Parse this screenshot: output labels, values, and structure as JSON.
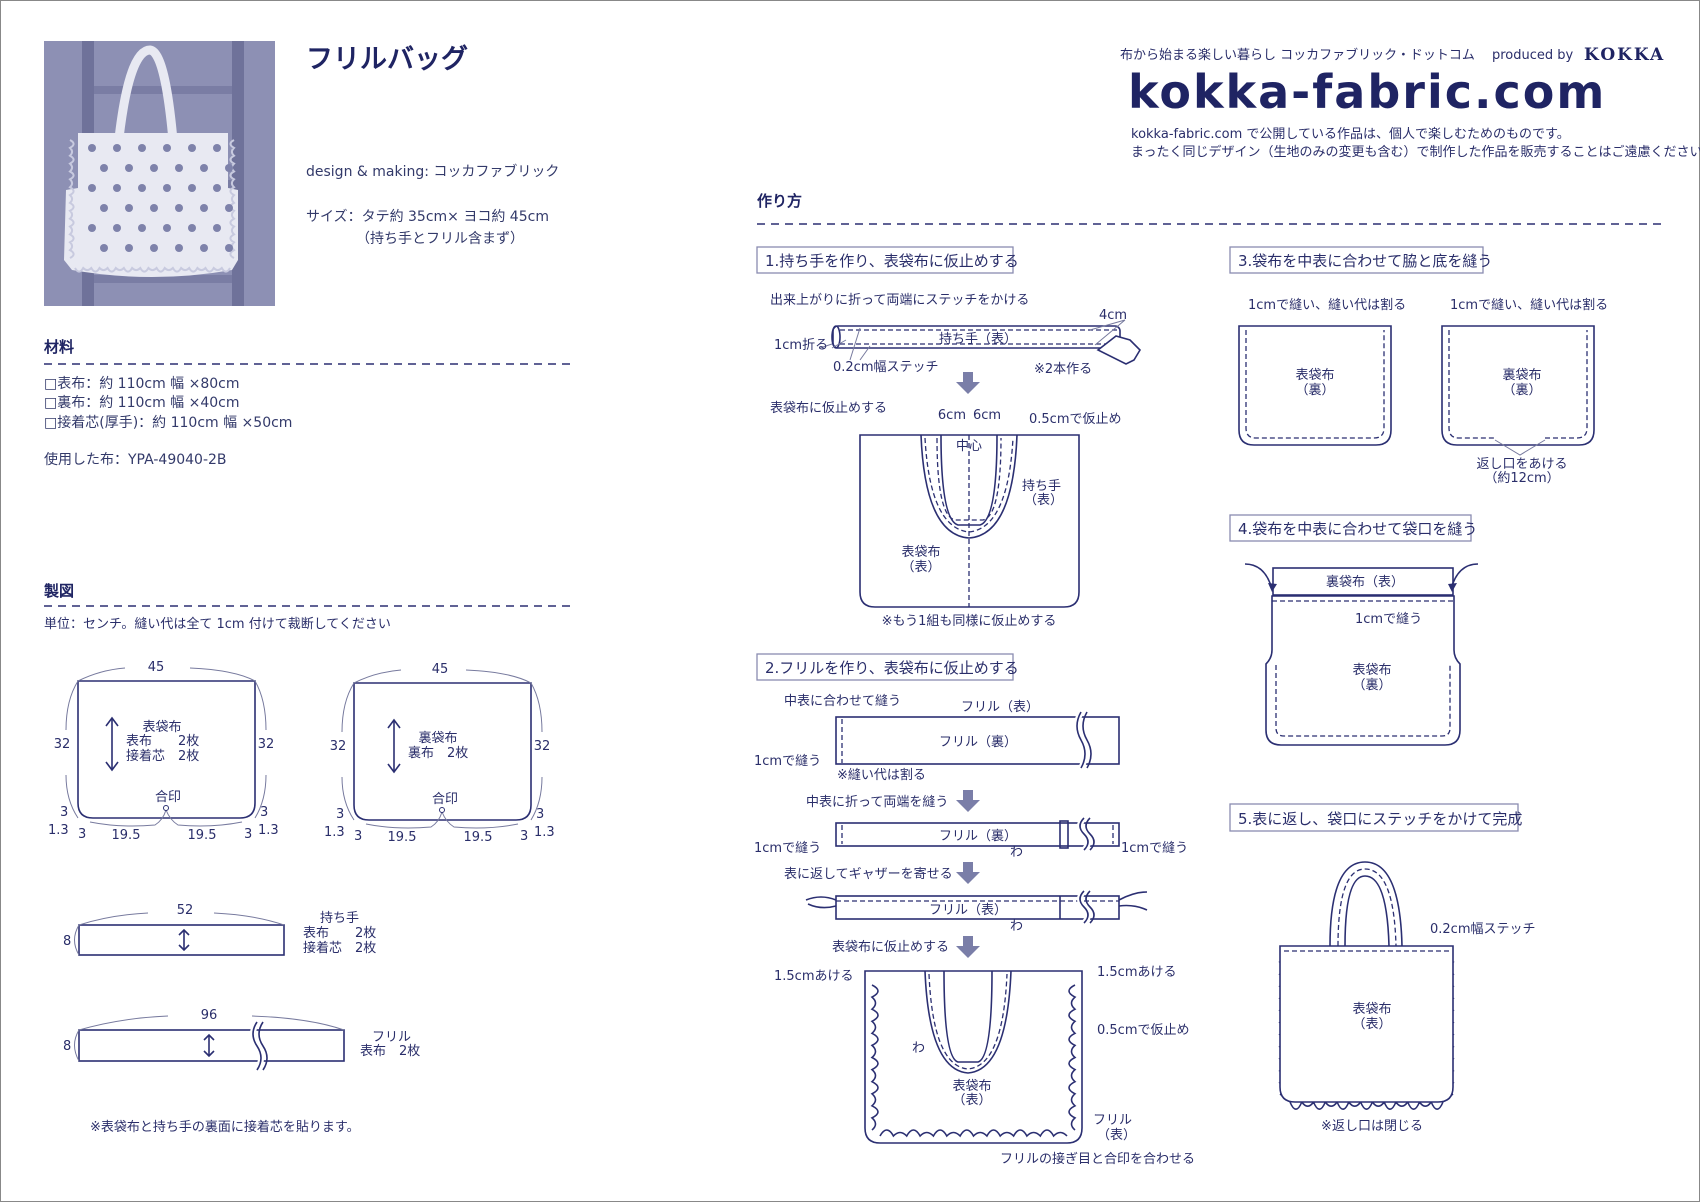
{
  "header": {
    "tagline": "布から始まる楽しい暮らし コッカファブリック・ドットコム",
    "produced_by": "produced by",
    "brand": "KOKKA",
    "logo": "kokka-fabric.com",
    "notice_1": "kokka-fabric.com で公開している作品は、個人で楽しむためのものです。",
    "notice_2": "まったく同じデザイン（生地のみの変更も含む）で制作した作品を販売することはご遠慮ください。"
  },
  "intro": {
    "title": "フリルバッグ",
    "design": "design & making: コッカファブリック",
    "size": "サイズ：タテ約 35cm× ヨコ約 45cm",
    "size_note": "（持ち手とフリル含まず）"
  },
  "materials": {
    "heading": "材料",
    "items": [
      "□表布：約 110cm 幅 ×80cm",
      "□裏布：約 110cm 幅 ×40cm",
      "□接着芯(厚手)：約 110cm 幅 ×50cm"
    ],
    "fabric_used": "使用した布：YPA-49040-2B"
  },
  "pattern": {
    "heading": "製図",
    "unit_note": "単位：センチ。縫い代は全て 1cm 付けて裁断してください",
    "outer": {
      "width": "45",
      "height": "32",
      "name": "表袋布",
      "line1": "表布　　2枚",
      "line2": "接着芯　2枚",
      "mark": "合印",
      "corner_a": "3",
      "corner_b": "1.3",
      "half": "19.5"
    },
    "lining": {
      "width": "45",
      "height": "32",
      "name": "裏袋布",
      "line1": "裏布　2枚",
      "mark": "合印",
      "corner_a": "3",
      "corner_b": "1.3",
      "half": "19.5",
      "fill": "#dfe0ee"
    },
    "handle": {
      "length": "52",
      "height": "8",
      "name": "持ち手",
      "line1": "表布　　2枚",
      "line2": "接着芯　2枚"
    },
    "frill": {
      "length": "96",
      "height": "8",
      "name": "フリル",
      "line1": "表布　2枚"
    },
    "note": "※表袋布と持ち手の裏面に接着芯を貼ります。"
  },
  "instructions": {
    "heading": "作り方",
    "step1": {
      "title": "1.持ち手を作り、表袋布に仮止めする",
      "sub1": "出来上がりに折って両端にステッチをかける",
      "fold": "1cm折る",
      "handle_label": "持ち手（表）",
      "width": "4cm",
      "stitch": "0.2cm幅ステッチ",
      "make_two": "※2本作る",
      "sub2": "表袋布に仮止めする",
      "six_a": "6cm",
      "six_b": "6cm",
      "baste": "0.5cmで仮止め",
      "center": "中心",
      "handle_side_1": "持ち手",
      "handle_side_2": "（表）",
      "bag_1": "表袋布",
      "bag_2": "（表）",
      "note": "※もう1組も同様に仮止めする"
    },
    "step2": {
      "title": "2.フリルを作り、表袋布に仮止めする",
      "sub1": "中表に合わせて縫う",
      "frill_front": "フリル（表）",
      "frill_back": "フリル（裏）",
      "sew_1cm": "1cmで縫う",
      "seam_open": "※縫い代は割る",
      "sub2": "中表に折って両端を縫う",
      "frill_back_2": "フリル（裏）",
      "sew_left": "1cmで縫う",
      "sew_right": "1cmで縫う",
      "fold_w": "わ",
      "sub3": "表に返してギャザーを寄せる",
      "frill_front_2": "フリル（表）",
      "fold_w2": "わ",
      "sub4": "表袋布に仮止めする",
      "gap_left": "1.5cmあける",
      "gap_right": "1.5cmあける",
      "baste": "0.5cmで仮止め",
      "fold_w3": "わ",
      "bag_1": "表袋布",
      "bag_2": "（表）",
      "frill_1": "フリル",
      "frill_2": "（表）",
      "align": "フリルの接ぎ目と合印を合わせる"
    },
    "step3": {
      "title": "3.袋布を中表に合わせて脇と底を縫う",
      "sew_a": "1cmで縫い、縫い代は割る",
      "sew_b": "1cmで縫い、縫い代は割る",
      "outer_1": "表袋布",
      "outer_2": "（裏）",
      "lining_1": "裏袋布",
      "lining_2": "（裏）",
      "opening_1": "返し口をあける",
      "opening_2": "（約12cm）"
    },
    "step4": {
      "title": "4.袋布を中表に合わせて袋口を縫う",
      "lining": "裏袋布（表）",
      "sew": "1cmで縫う",
      "outer_1": "表袋布",
      "outer_2": "（裏）"
    },
    "step5": {
      "title": "5.表に返し、袋口にステッチをかけて完成",
      "stitch": "0.2cm幅ステッチ",
      "bag_1": "表袋布",
      "bag_2": "（表）",
      "note": "※返し口は閉じる"
    }
  },
  "colors": {
    "navy": "#1f2463",
    "text": "#2a2e6a",
    "lining_fill": "#dfe0ee",
    "photo_bg": "#8d90b4"
  }
}
